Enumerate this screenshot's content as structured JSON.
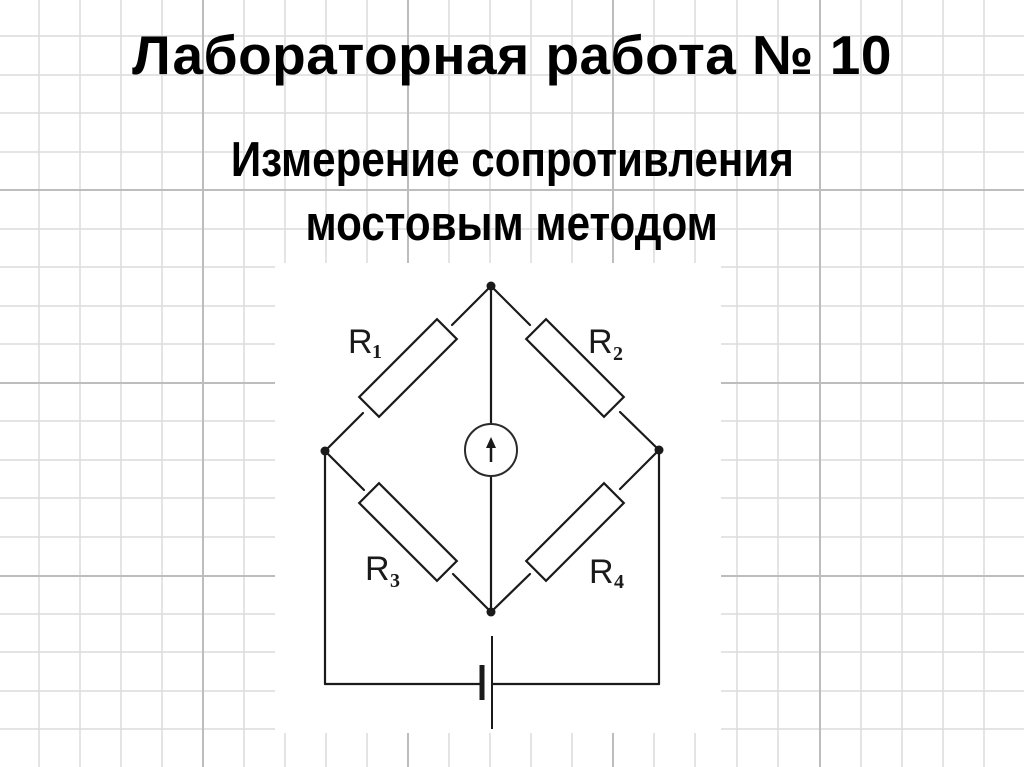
{
  "slide": {
    "title": "Лабораторная работа № 10",
    "subtitle_line1": "Измерение сопротивления",
    "subtitle_line2": "мостовым методом",
    "background": "graph-paper grid",
    "colors": {
      "background": "#ffffff",
      "grid_minor": "#d9d9d9",
      "grid_major": "#bdbdbd",
      "text": "#000000",
      "circuit": "#1a1a1a"
    }
  },
  "diagram": {
    "type": "Wheatstone bridge circuit",
    "resistors": [
      {
        "id": "R1",
        "label": "R",
        "sub": "1"
      },
      {
        "id": "R2",
        "label": "R",
        "sub": "2"
      },
      {
        "id": "R3",
        "label": "R",
        "sub": "3"
      },
      {
        "id": "R4",
        "label": "R",
        "sub": "4"
      }
    ],
    "galvanometer": {
      "symbol": "up-arrow-in-circle"
    },
    "battery": {
      "symbol": "cell"
    }
  }
}
